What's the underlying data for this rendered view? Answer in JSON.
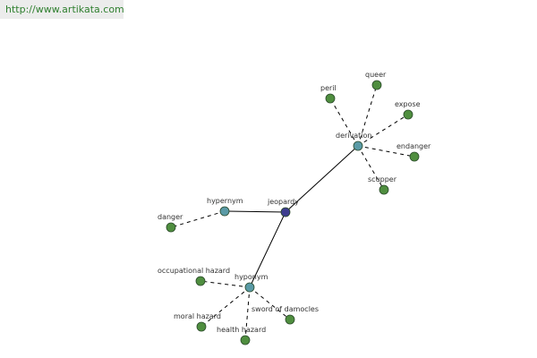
{
  "site": {
    "url_text": "http://www.artikata.com"
  },
  "colors": {
    "root_node": "#3d3d8f",
    "relation_node": "#5a9aa6",
    "term_node": "#4f8e3f",
    "node_stroke": "#2a4a2a",
    "edge": "#000000",
    "link": "#2f7f2f"
  },
  "graph": {
    "root": {
      "label": "jeopardy"
    },
    "relations": [
      {
        "label": "derivation",
        "terms": [
          "peril",
          "queer",
          "expose",
          "endanger",
          "scupper"
        ]
      },
      {
        "label": "hypernym",
        "terms": [
          "danger"
        ]
      },
      {
        "label": "hyponym",
        "terms": [
          "occupational hazard",
          "moral hazard",
          "health hazard",
          "sword of damocles"
        ]
      }
    ]
  }
}
